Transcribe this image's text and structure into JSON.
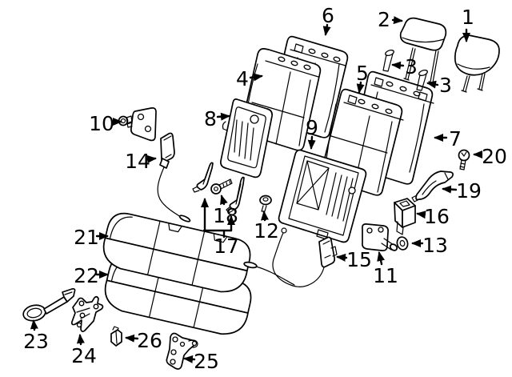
{
  "diagram": {
    "subject": "Rear seat exploded parts diagram",
    "background_color": "#ffffff",
    "line_color": "#000000",
    "callouts": {
      "c1": "1",
      "c2": "2",
      "c3a": "3",
      "c3b": "3",
      "c4": "4",
      "c5": "5",
      "c6": "6",
      "c7": "7",
      "c8": "8",
      "c9": "9",
      "c10": "10",
      "c11": "11",
      "c12": "12",
      "c13": "13",
      "c14": "14",
      "c15": "15",
      "c16": "16",
      "c17": "17",
      "c18": "18",
      "c19": "19",
      "c20": "20",
      "c21": "21",
      "c22": "22",
      "c23": "23",
      "c24": "24",
      "c25": "25",
      "c26": "26"
    }
  }
}
